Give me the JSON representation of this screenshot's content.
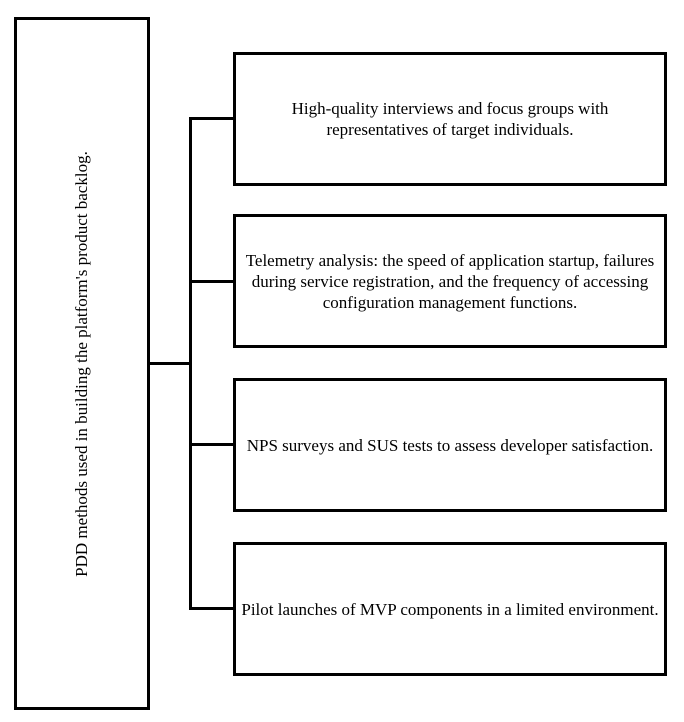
{
  "diagram": {
    "root": {
      "label": "PDD methods used in building the platform's product backlog."
    },
    "items": [
      {
        "label": "High-quality interviews and focus groups with representatives of target individuals."
      },
      {
        "label": "Telemetry analysis: the speed of application startup, failures during service registration, and the frequency of accessing configuration management functions."
      },
      {
        "label": "NPS surveys and SUS tests to assess developer satisfaction."
      },
      {
        "label": "Pilot launches of MVP components in a limited environment."
      }
    ]
  }
}
